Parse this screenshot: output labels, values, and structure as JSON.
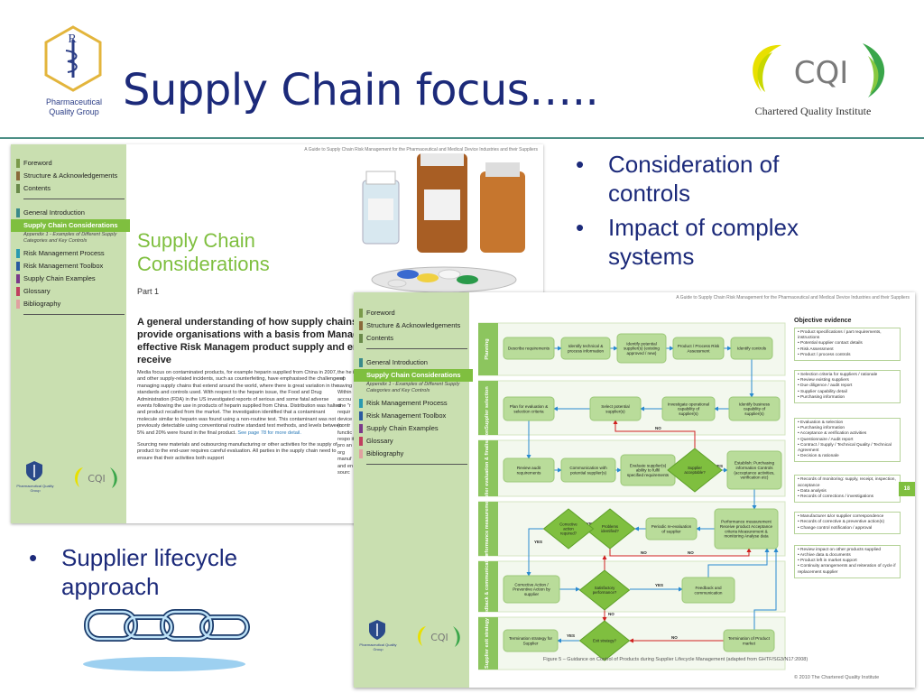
{
  "header": {
    "title": "Supply Chain focus…..",
    "pqg_logo_text": "Pharmaceutical Quality Group",
    "pqg_logo_glyph": "R",
    "cqi_logo_text": "CQI",
    "cqi_caption": "Chartered Quality Institute"
  },
  "bullets_right": [
    "Consideration of controls",
    "Impact of complex systems"
  ],
  "bullets_left": [
    "Supplier lifecycle approach"
  ],
  "doc_nav": {
    "items": [
      {
        "label": "Foreword",
        "color": "#7a9a4a"
      },
      {
        "label": "Structure & Acknowledgements",
        "color": "#8a6a3a"
      },
      {
        "label": "Contents",
        "color": "#6a8a4a"
      },
      {
        "label": "General Introduction",
        "color": "#3a8a8a"
      },
      {
        "label": "Supply Chain Considerations",
        "color": "#7fbf3f"
      },
      {
        "label": "Risk Management Process",
        "color": "#2a9ab0"
      },
      {
        "label": "Risk Management Toolbox",
        "color": "#2a5aa0"
      },
      {
        "label": "Supply Chain Examples",
        "color": "#7a3a8a"
      },
      {
        "label": "Glossary",
        "color": "#c04060"
      },
      {
        "label": "Bibliography",
        "color": "#e0a0a0"
      }
    ],
    "active_sub": "Appendix 1 - Examples of Different Supply Categories and Key Controls"
  },
  "doc1": {
    "header": "A Guide to Supply Chain Risk Management for the Pharmaceutical and Medical Device Industries and their Suppliers",
    "title_line1": "Supply Chain",
    "title_line2": "Considerations",
    "part": "Part 1",
    "lead": "A general understanding of how supply chains wor required to provide organisations with a basis from Management process. An effective Risk Managem product supply and ensure that end-users receive",
    "body1": "Media focus on contaminated products, for example heparin supplied from China in 2007, and other supply-related incidents, such as counterfeiting, have emphasised the challenge of managing supply chains that extend around the world, where there is great variation in the standards and controls used. With respect to the heparin issue, the Food and Drug Administration (FDA) in the US investigated reports of serious and some fatal adverse events following the use in products of heparin supplied from China. Distribution was halted and product recalled from the market. The investigation identified that a contaminant molecule similar to heparin was found using a non-routine test. This contaminant was not previously detectable using conventional routine standard test methods, and levels between 5% and 20% were found in the final product.",
    "body1_link": "See page 78 for more detail.",
    "body2": "Sourcing new materials and outsourcing manufacturing or other activities for the supply of product to the end-user requires careful evaluation. All parties in the supply chain need to ensure that their activities both support",
    "col2": "the he is esp saving Within accou one \"r requir device (contr functic respo its pro an org manuf and en sourc"
  },
  "doc2": {
    "header": "A Guide to Supply Chain Risk Management for the Pharmaceutical and Medical Device Industries and their Suppliers",
    "page_number": "18",
    "figure_caption": "Figure 5 – Guidance on Control of Products during Supplier Lifecycle Management (adapted from GHTF/SG3/N17:2008)",
    "copyright": "© 2010 The Chartered Quality Institute",
    "objective_title": "Objective evidence",
    "objective_groups": [
      [
        "• Product specifications / part requirements, instructions",
        "• Potential supplier contact details",
        "• Risk Assessment",
        "• Product / process controls"
      ],
      [
        "• Selection criteria for suppliers / rationale",
        "• Review existing suppliers",
        "• Due diligence / audit report",
        "• Supplier capability detail",
        "• Purchasing information"
      ],
      [
        "• Evaluation & selection",
        "• Purchasing information",
        "• Acceptance & verification activities",
        "• Questionnaire / Audit report",
        "• Contract / Supply / Technical Quality / Technical Agreement",
        "• Decision & rationale"
      ],
      [
        "• Records of monitoring: supply, receipt, inspection, acceptance",
        "• Data analysis",
        "• Records of corrections / investigations"
      ],
      [
        "• Manufacturer &/or supplier correspondence",
        "• Records of corrective & preventive action(s)",
        "• Change control notification / approval"
      ],
      [
        "• Review impact on other products supplied",
        "• Archive data & documents",
        "• Product left in market support",
        "• Continuity arrangements and reiteration of cycle if replacement supplier"
      ]
    ],
    "lanes": [
      "Planning",
      "Supplier selection",
      "Supplier evaluation & finalisation",
      "Performance measurement",
      "Feedback & communication",
      "Supplier exit strategy"
    ],
    "boxes": {
      "b1": "Describe requirements",
      "b2": "Identify technical & process information",
      "b3": "Identify potential supplier(s) (existing approved / new)",
      "b4": "Product / Process Risk Assessment",
      "b5": "Identify controls",
      "b6": "Plan for evaluation & selection criteria",
      "b7": "Select potential supplier(s)",
      "b8": "Investigate operational capability of supplier(s)",
      "b9": "Identify business capability of supplier(s)",
      "b10": "Review audit requirements",
      "b11": "Communication with potential supplier(s)",
      "b12": "Evaluate supplier(s) ability to fulfil specified requirements",
      "b13": "Establish: Purchasing information Controls (acceptance activities, verification etc)",
      "b14": "Periodic re-evaluation of supplier",
      "b15": "Performance measurement Receive product Acceptance criteria Measurement & monitoring Analyse data",
      "b16": "Corrective Action / Preventive Action by supplier",
      "b17": "Feedback and communication",
      "b18": "Termination strategy for Supplier",
      "b19": "Termination of Product market"
    },
    "diamonds": {
      "d1": "Supplier acceptable?",
      "d2": "Problems identified?",
      "d3": "Corrective action required?",
      "d4": "Satisfactory performance?",
      "d5": "Exit strategy?"
    },
    "flow_labels": {
      "yes": "YES",
      "no": "NO"
    }
  },
  "colors": {
    "title": "#1c2a7a",
    "rule": "#4c8f86",
    "doc_green": "#7fbf3f",
    "sidebar_green": "#c9dfb0",
    "flow_box": "#b9dc9a",
    "flow_lane": "#8cc55e",
    "arrow_red": "#d02020",
    "arrow_blue": "#2a8ad0"
  }
}
